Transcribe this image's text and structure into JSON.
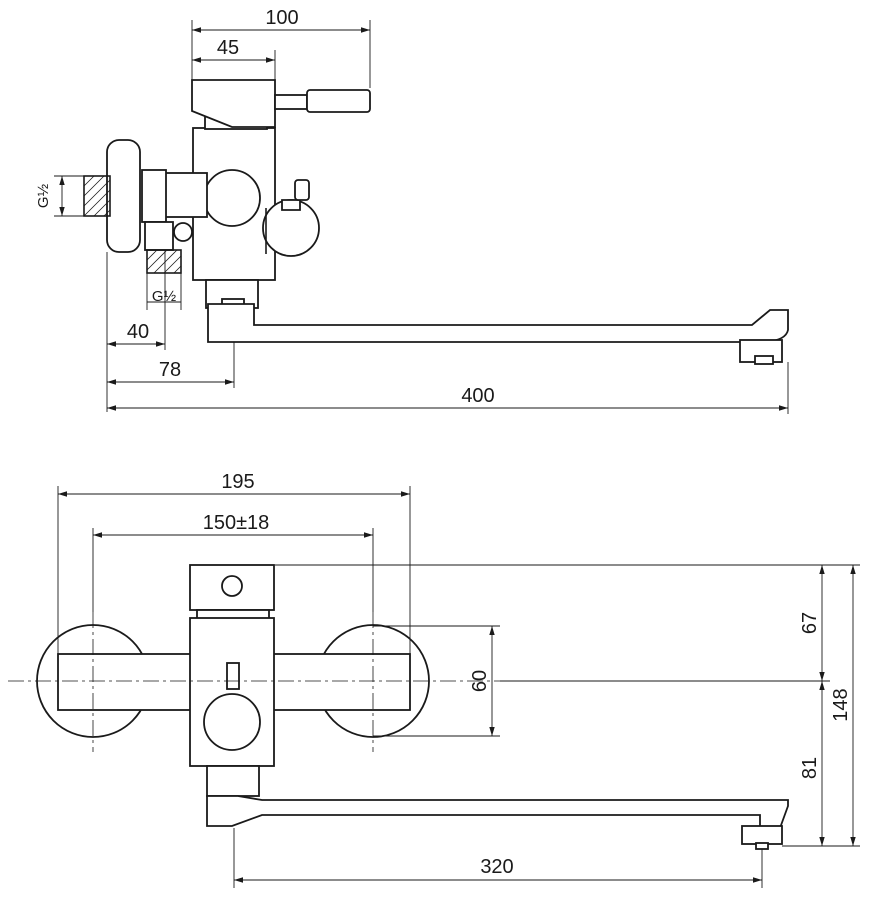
{
  "side_view": {
    "dim_handle_total": "100",
    "dim_handle_axis": "45",
    "thread_wall": "G½",
    "thread_bottom": "G½",
    "dim_wall_to_body": "40",
    "dim_wall_to_spout": "78",
    "dim_total_length": "400"
  },
  "front_view": {
    "dim_flange_width": "195",
    "dim_center_distance": "150±18",
    "dim_flange_height": "60",
    "dim_top_to_axis": "67",
    "dim_axis_to_spout": "81",
    "dim_total_height": "148",
    "dim_spout_reach": "320"
  },
  "colors": {
    "line": "#1a1a1a",
    "background": "#ffffff"
  }
}
